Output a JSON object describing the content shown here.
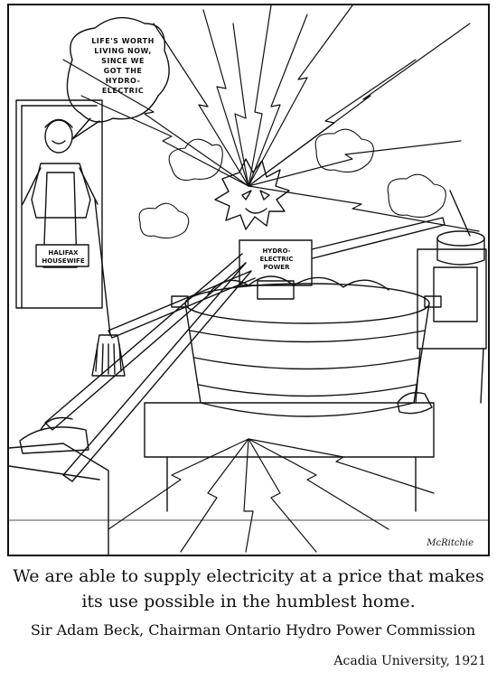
{
  "cartoon": {
    "speech_bubble_lines": [
      "LIFE'S WORTH",
      "LIVING NOW,",
      "SINCE WE",
      "GOT THE",
      "HYDRO-",
      "ELECTRIC"
    ],
    "housewife_label_lines": [
      "HALIFAX",
      "HOUSEWIFE"
    ],
    "figure_label_lines": [
      "HYDRO-",
      "ELECTRIC",
      "POWER"
    ],
    "signature": "McRitchie"
  },
  "quote": {
    "line1": "We are able to supply electricity at a price that makes",
    "line2": "its use possible in the humblest home."
  },
  "attribution": "Sir Adam Beck, Chairman Ontario Hydro Power Commission",
  "credit": "Acadia University, 1921"
}
